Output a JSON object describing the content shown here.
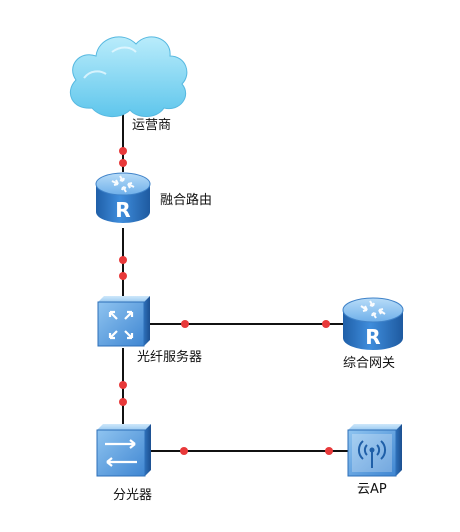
{
  "colors": {
    "link": "#111111",
    "port": "#e8393a",
    "device_blue": "#3a86d6",
    "cloud": "#7fd3f2"
  },
  "nodes": [
    {
      "id": "carrier",
      "icon": "cloud-icon",
      "label": "运营商"
    },
    {
      "id": "router",
      "icon": "router-icon",
      "label": "融合路由"
    },
    {
      "id": "fiber_server",
      "icon": "switch-icon",
      "label": "光纤服务器"
    },
    {
      "id": "gateway",
      "icon": "router-icon",
      "label": "综合网关"
    },
    {
      "id": "splitter",
      "icon": "splitter-icon",
      "label": "分光器"
    },
    {
      "id": "cloud_ap",
      "icon": "wireless-ap-icon",
      "label": "云AP"
    }
  ],
  "links": [
    {
      "from": "carrier",
      "to": "router"
    },
    {
      "from": "router",
      "to": "fiber_server"
    },
    {
      "from": "fiber_server",
      "to": "gateway"
    },
    {
      "from": "fiber_server",
      "to": "splitter"
    },
    {
      "from": "splitter",
      "to": "cloud_ap"
    }
  ]
}
